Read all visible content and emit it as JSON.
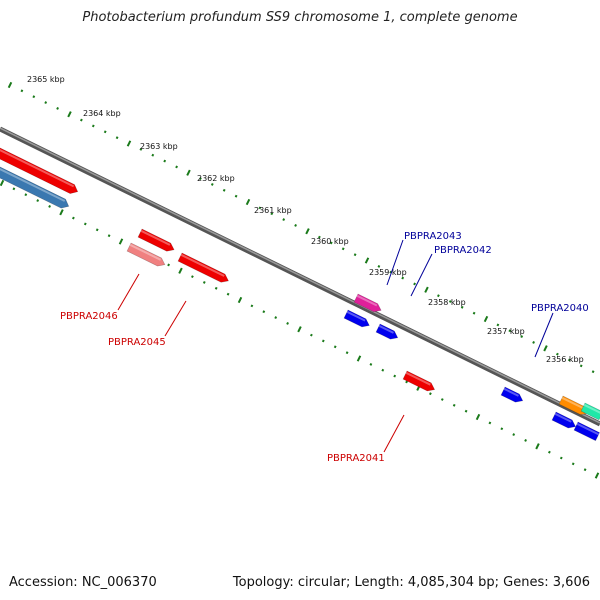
{
  "title": "Photobacterium profundum SS9 chromosome 1, complete genome",
  "footer": {
    "accession": "Accession: NC_006370",
    "topology": "Topology: circular; Length: 4,085,304 bp; Genes: 3,606"
  },
  "ruler": {
    "labels": [
      "2365 kbp",
      "2364 kbp",
      "2363 kbp",
      "2362 kbp",
      "2361 kbp",
      "2360 kbp",
      "2359 kbp",
      "2358 kbp",
      "2357 kbp",
      "2356 kbp"
    ],
    "tick_color": "#1a7a1a"
  },
  "genes": {
    "labelled": [
      {
        "id": "PBPRA2046",
        "color": "#cc0000"
      },
      {
        "id": "PBPRA2045",
        "color": "#cc0000"
      },
      {
        "id": "PBPRA2043",
        "color": "#000099"
      },
      {
        "id": "PBPRA2042",
        "color": "#000099"
      },
      {
        "id": "PBPRA2041",
        "color": "#cc0000"
      },
      {
        "id": "PBPRA2040",
        "color": "#000099"
      }
    ],
    "colors": {
      "red": "#ee0000",
      "pink": "#f08080",
      "magenta": "#e0209a",
      "blue": "#0000ee",
      "steelblue": "#3a78b0",
      "orange": "#ff8c00",
      "teal": "#20e8a8"
    }
  }
}
